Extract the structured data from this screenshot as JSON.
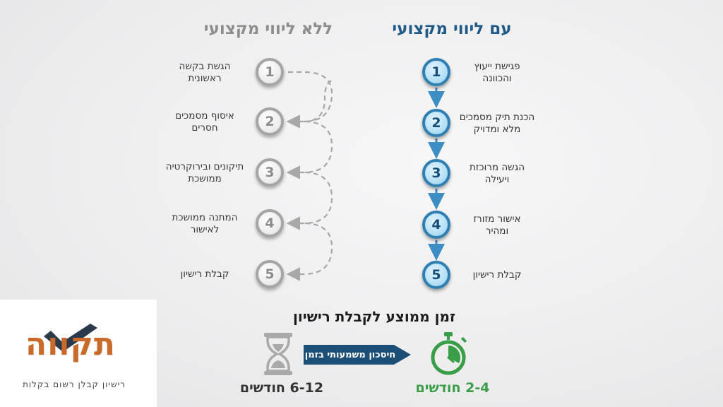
{
  "columns": {
    "with": {
      "title": "עם ליווי מקצועי",
      "title_color": "#1f5a86",
      "steps": [
        {
          "num": "1",
          "label": [
            "פגישת ייעוץ",
            "והכוונה"
          ]
        },
        {
          "num": "2",
          "label": [
            "הכנת תיק מסמכים",
            "מלא ומדויק"
          ]
        },
        {
          "num": "3",
          "label": [
            "הגשה מרוכזת",
            "ויעילה"
          ]
        },
        {
          "num": "4",
          "label": [
            "אישור מזורז",
            "ומהיר"
          ]
        },
        {
          "num": "5",
          "label": [
            "קבלת רישיון"
          ]
        }
      ]
    },
    "without": {
      "title": "ללא ליווי מקצועי",
      "title_color": "#8e8e8e",
      "steps": [
        {
          "num": "1",
          "label": [
            "הגשת בקשה",
            "ראשונית"
          ]
        },
        {
          "num": "2",
          "label": [
            "איסוף מסמכים",
            "חסרים"
          ]
        },
        {
          "num": "3",
          "label": [
            "תיקונים ובירוקרטיה",
            "ממושכת"
          ]
        },
        {
          "num": "4",
          "label": [
            "המתנה ממושכת",
            "לאישור"
          ]
        },
        {
          "num": "5",
          "label": [
            "קבלת רישיון"
          ]
        }
      ]
    }
  },
  "summary": {
    "title": "זמן ממוצע לקבלת רישיון",
    "arrow_label": "חיסכון משמעותי בזמן",
    "fast_duration": "2-4 חודשים",
    "slow_duration": "6-12 חודשים",
    "fast_icon": "stopwatch-icon",
    "slow_icon": "hourglass-icon",
    "fast_color": "#3a9d47",
    "arrow_color": "#1c4f78"
  },
  "logo": {
    "word": "תקווה",
    "tagline": "רישיון קבלן רשום בקלות",
    "icon": "checkmark-icon",
    "brand_color": "#c96a2b",
    "check_color": "#2b3a4a"
  }
}
